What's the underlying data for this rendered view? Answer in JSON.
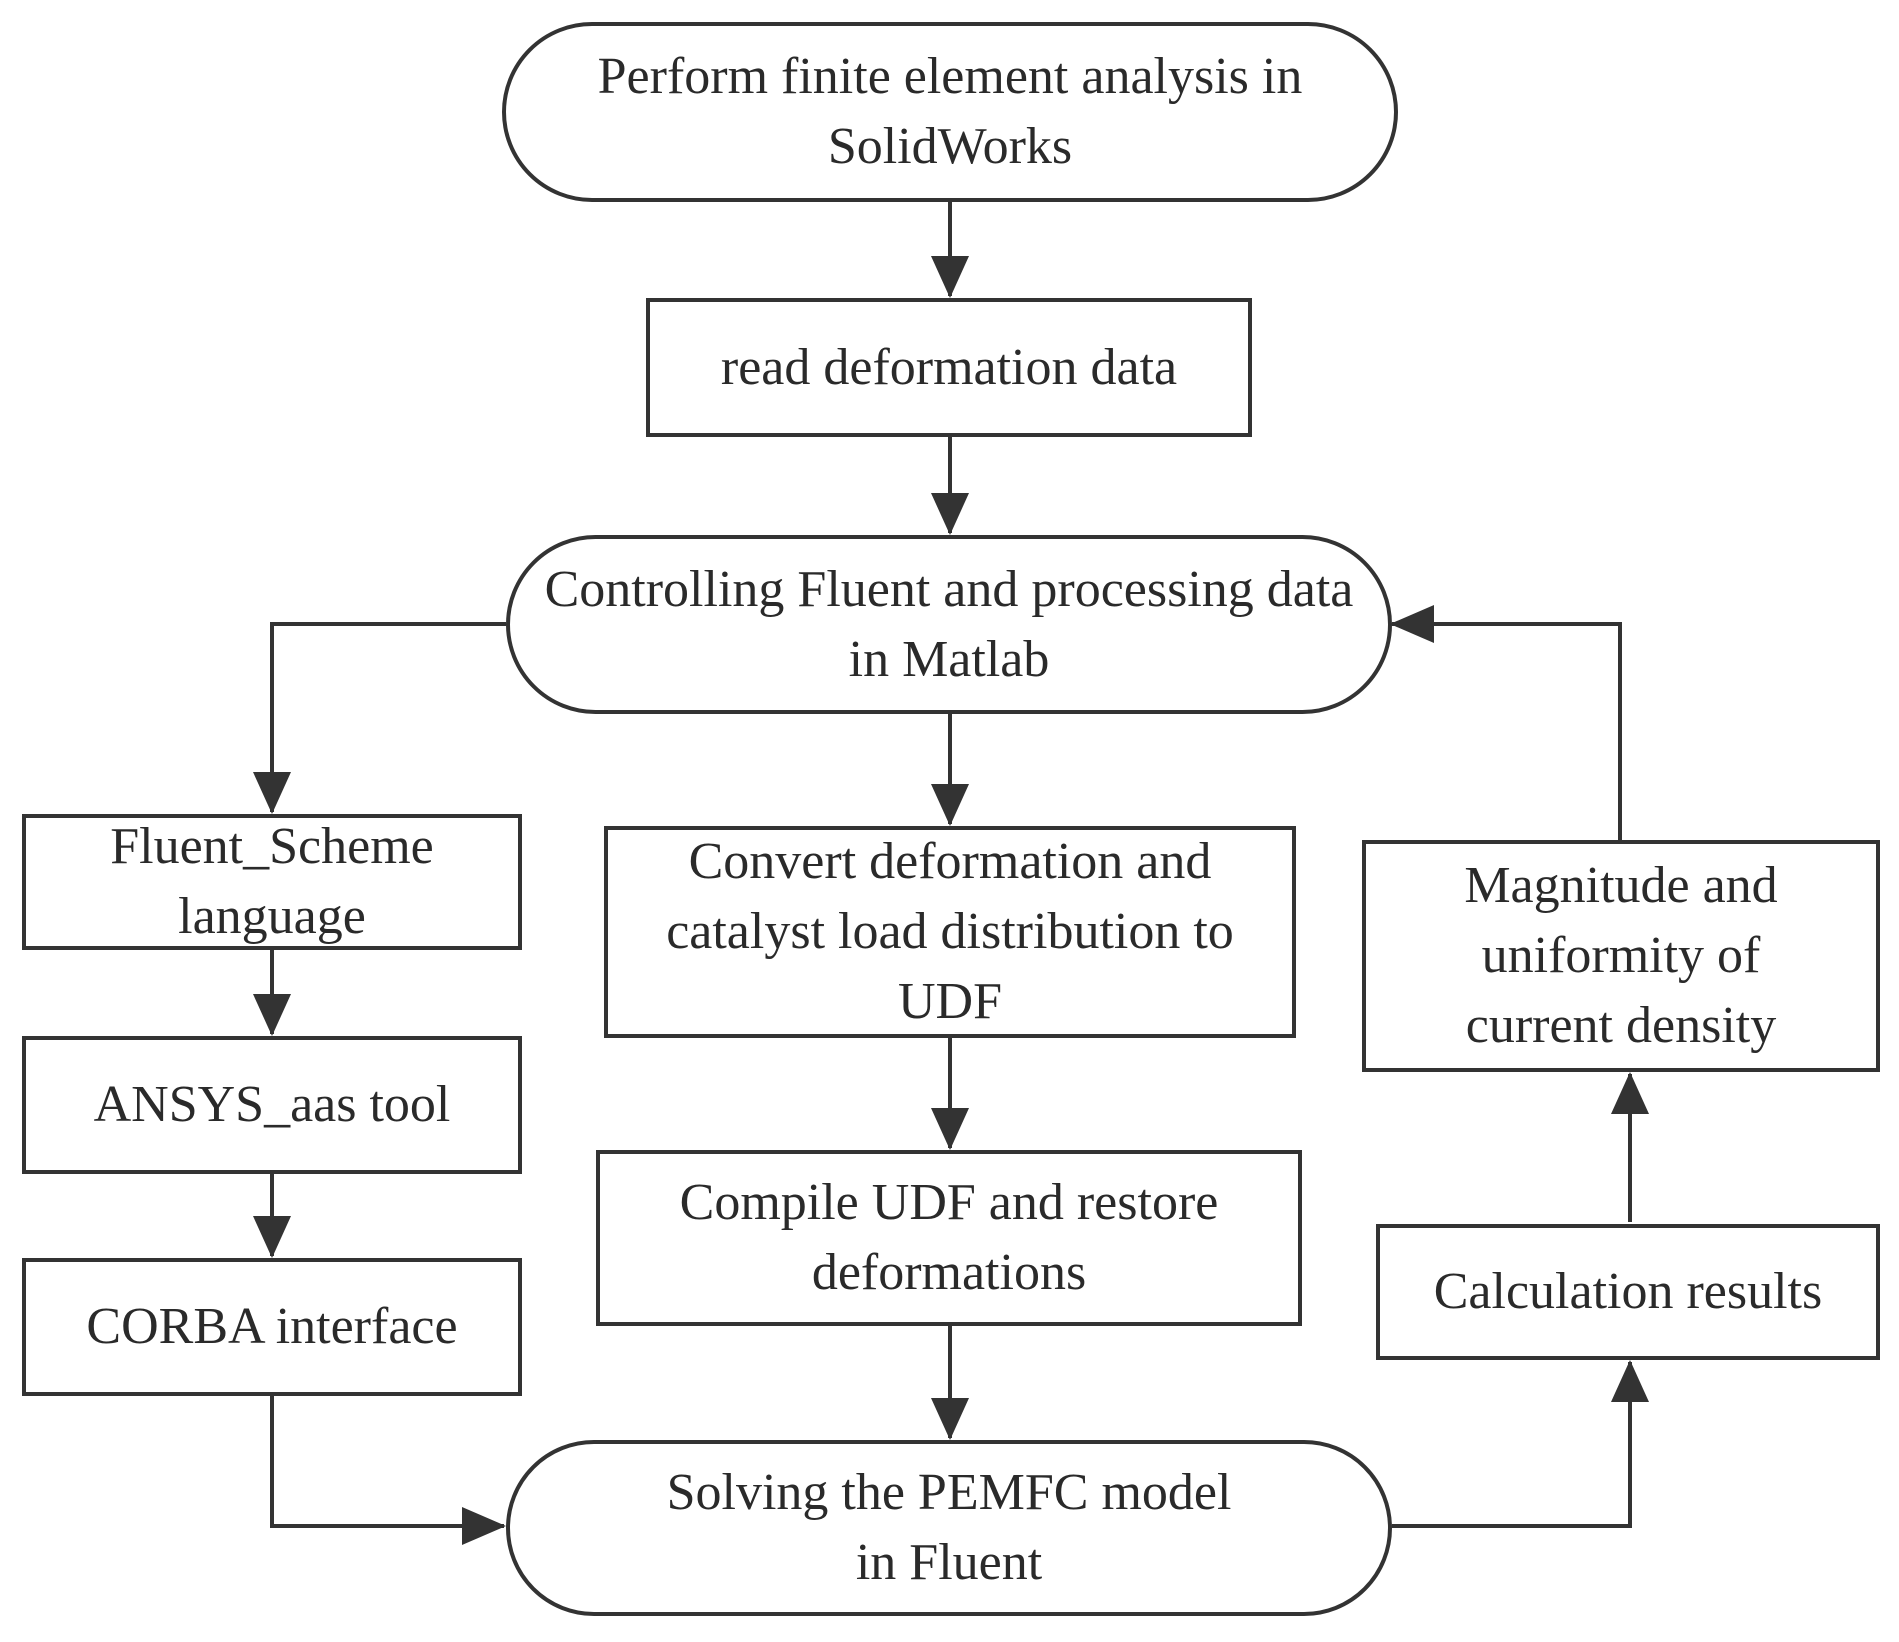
{
  "nodes": {
    "fea": "Perform finite element analysis in SolidWorks",
    "read": "read deformation  data",
    "control": "Controlling Fluent and processing data in Matlab",
    "scheme": "Fluent_Scheme language",
    "aas": "ANSYS_aas tool",
    "corba": "CORBA interface",
    "convert": "Convert deformation  and catalyst load distribution to UDF",
    "compile": "Compile UDF and restore deformations",
    "solve": "Solving the PEMFC model in Fluent",
    "results": "Calculation results",
    "magnitude": "Magnitude and uniformity of current density"
  },
  "edges": [
    {
      "from": "fea",
      "to": "read"
    },
    {
      "from": "read",
      "to": "control"
    },
    {
      "from": "control",
      "to": "scheme"
    },
    {
      "from": "scheme",
      "to": "aas"
    },
    {
      "from": "aas",
      "to": "corba"
    },
    {
      "from": "corba",
      "to": "solve"
    },
    {
      "from": "control",
      "to": "convert"
    },
    {
      "from": "convert",
      "to": "compile"
    },
    {
      "from": "compile",
      "to": "solve"
    },
    {
      "from": "solve",
      "to": "results"
    },
    {
      "from": "results",
      "to": "magnitude"
    },
    {
      "from": "magnitude",
      "to": "control"
    }
  ],
  "colors": {
    "stroke": "#333333",
    "text": "#2a2a2a",
    "background": "#ffffff"
  }
}
